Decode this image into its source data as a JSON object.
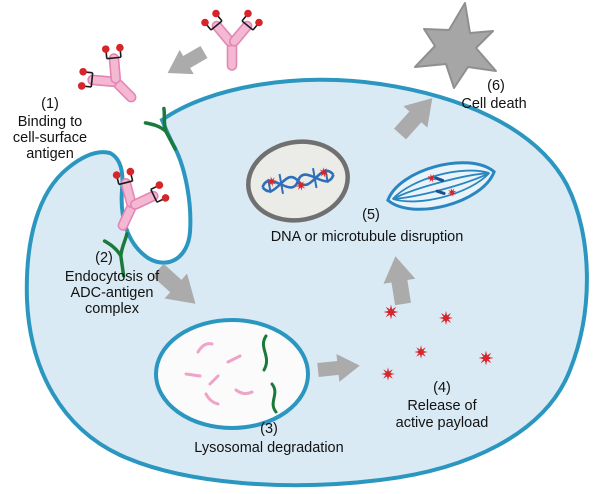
{
  "steps": {
    "step1": {
      "num": "(1)",
      "line1": "Binding to",
      "line2": "cell-surface",
      "line3": "antigen"
    },
    "step2": {
      "num": "(2)",
      "line1": "Endocytosis of",
      "line2": "ADC-antigen",
      "line3": "complex"
    },
    "step3": {
      "num": "(3)",
      "line1": "Lysosomal degradation"
    },
    "step4": {
      "num": "(4)",
      "line1": "Release of",
      "line2": "active payload"
    },
    "step5": {
      "num": "(5)",
      "line1": "DNA or microtubule disruption"
    },
    "step6": {
      "num": "(6)",
      "line1": "Cell death"
    }
  },
  "colors": {
    "background": "#ffffff",
    "cell_fill": "#daeaf4",
    "cell_stroke": "#2b97c0",
    "antibody_pink": "#f5b8d3",
    "antibody_outline": "#e286b4",
    "payload_red": "#d6252b",
    "linker_black": "#1c1c1c",
    "antigen_green": "#1b7a3a",
    "arrow_gray": "#ababab",
    "nucleus_fill": "#ebebe8",
    "nucleus_stroke": "#707070",
    "dna_blue": "#2f6fb8",
    "spindle_blue": "#2a86c0",
    "spindle_fill": "#e9f3fa",
    "lysosome_fill": "#fbfbfb",
    "fragment_pink": "#efa3c8",
    "cell_death_gray": "#a6a6a6",
    "text": "#121212"
  }
}
